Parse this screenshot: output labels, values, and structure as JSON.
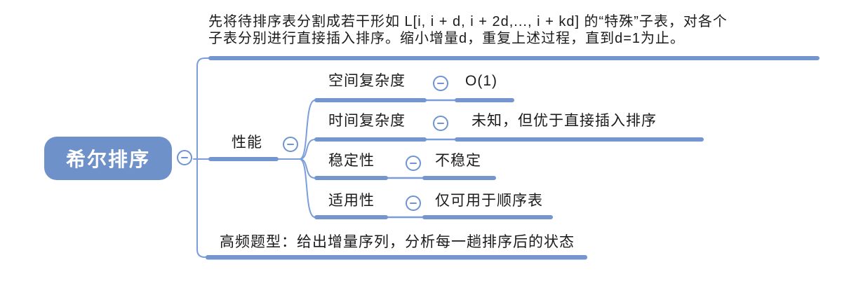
{
  "colors": {
    "branch_bar": "#7495ce",
    "connector_line": "#7c9ddb",
    "root_fill": "#6d91c8",
    "root_text": "#ffffff",
    "text": "#1b1b1b",
    "collapse_border": "#6f94d3"
  },
  "root": {
    "label": "希尔排序"
  },
  "topics": {
    "definition": {
      "lines": [
        "先将待排序表分割成若干形如 L[i, i + d, i + 2d,..., i + kd] 的“特殊”子表，对各个",
        "子表分别进行直接插入排序。缩小增量d，重复上述过程，直到d=1为止。"
      ]
    },
    "performance": {
      "label": "性能",
      "children": [
        {
          "label": "空间复杂度",
          "value": "O(1)"
        },
        {
          "label": "时间复杂度",
          "value": "未知，但优于直接插入排序"
        },
        {
          "label": "稳定性",
          "value": "不稳定"
        },
        {
          "label": "适用性",
          "value": "仅可用于顺序表"
        }
      ]
    },
    "exam": {
      "text": "高频题型：给出增量序列，分析每一趟排序后的状态"
    }
  },
  "icons": {
    "collapse": "minus"
  }
}
